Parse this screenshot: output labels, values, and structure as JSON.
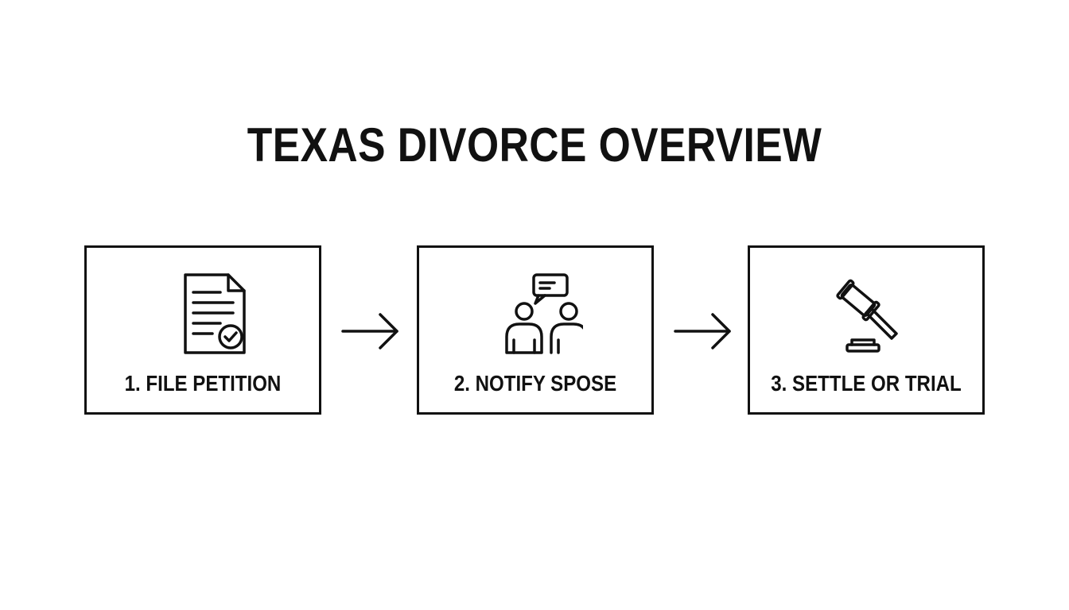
{
  "title": "TEXAS DIVORCE OVERVIEW",
  "steps": [
    {
      "label": "1. FILE PETITION",
      "icon": "document-check-icon"
    },
    {
      "label": "2. NOTIFY SPOSE",
      "icon": "two-people-chat-icon"
    },
    {
      "label": "3. SETTLE OR TRIAL",
      "icon": "gavel-icon"
    }
  ],
  "connectors": [
    "right-arrow-icon",
    "right-arrow-icon"
  ],
  "colors": {
    "background": "#ffffff",
    "ink": "#111111"
  }
}
